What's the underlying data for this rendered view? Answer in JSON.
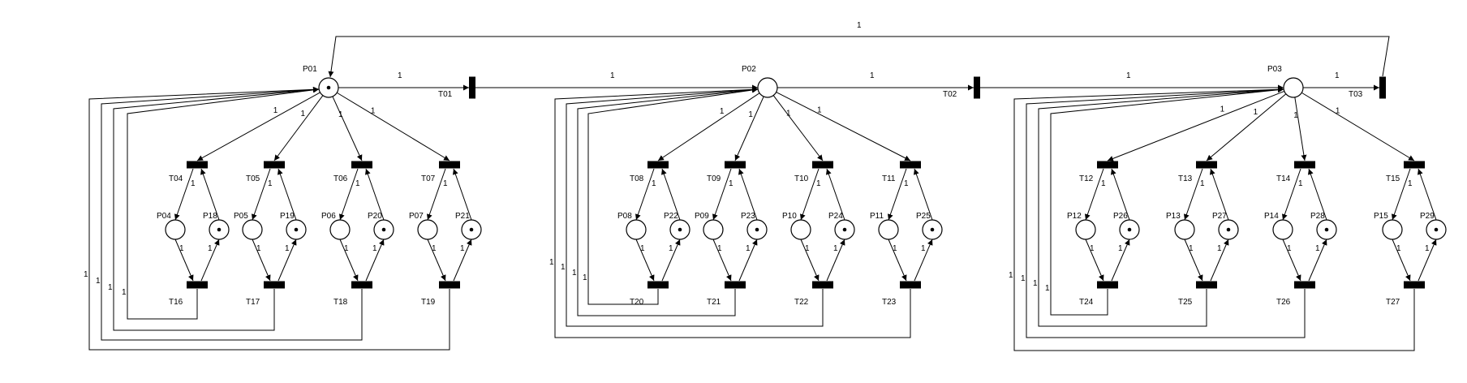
{
  "colors": {
    "stroke": "#000000",
    "background": "#ffffff"
  },
  "arc_weight": "1",
  "places": [
    {
      "label": "P01",
      "token": true
    },
    {
      "label": "P02",
      "token": false
    },
    {
      "label": "P03",
      "token": false
    },
    {
      "label": "P04",
      "token": false
    },
    {
      "label": "P05",
      "token": false
    },
    {
      "label": "P06",
      "token": false
    },
    {
      "label": "P07",
      "token": false
    },
    {
      "label": "P08",
      "token": false
    },
    {
      "label": "P09",
      "token": false
    },
    {
      "label": "P10",
      "token": false
    },
    {
      "label": "P11",
      "token": false
    },
    {
      "label": "P12",
      "token": false
    },
    {
      "label": "P13",
      "token": false
    },
    {
      "label": "P14",
      "token": false
    },
    {
      "label": "P15",
      "token": false
    },
    {
      "label": "P18",
      "token": true
    },
    {
      "label": "P19",
      "token": true
    },
    {
      "label": "P20",
      "token": true
    },
    {
      "label": "P21",
      "token": true
    },
    {
      "label": "P22",
      "token": true
    },
    {
      "label": "P23",
      "token": true
    },
    {
      "label": "P24",
      "token": true
    },
    {
      "label": "P25",
      "token": true
    },
    {
      "label": "P26",
      "token": true
    },
    {
      "label": "P27",
      "token": true
    },
    {
      "label": "P28",
      "token": true
    },
    {
      "label": "P29",
      "token": true
    }
  ],
  "transitions": [
    "T01",
    "T02",
    "T03",
    "T04",
    "T05",
    "T06",
    "T07",
    "T08",
    "T09",
    "T10",
    "T11",
    "T12",
    "T13",
    "T14",
    "T15",
    "T16",
    "T17",
    "T18",
    "T19",
    "T20",
    "T21",
    "T22",
    "T23",
    "T24",
    "T25",
    "T26",
    "T27"
  ]
}
